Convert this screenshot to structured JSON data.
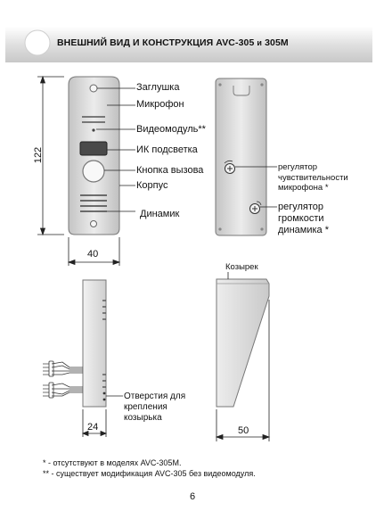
{
  "header": {
    "title": "ВНЕШНИЙ ВИД И КОНСТРУКЦИЯ AVC-305",
    "title_conj": "и",
    "title_end": "305M"
  },
  "front_view": {
    "labels": {
      "plug": "Заглушка",
      "mic": "Микрофон",
      "video": "Видеомодуль**",
      "ir": "ИК подсветка",
      "call": "Кнопка вызова",
      "body": "Корпус",
      "speaker": "Динамик"
    },
    "height_dim": "122",
    "width_dim": "40"
  },
  "back_view": {
    "mic_reg": [
      "регулятор",
      "чувствительности",
      "микрофона *"
    ],
    "spk_reg": [
      "регулятор",
      "громкости",
      "динамика *"
    ]
  },
  "side_view": {
    "holes": [
      "Отверстия для",
      "крепления",
      "козырька"
    ],
    "width_dim": "24"
  },
  "visor_view": {
    "title": "Козырек",
    "width_dim": "50"
  },
  "footnotes": {
    "star1": "* - отсутствуют в моделях AVC-305M.",
    "star2": "** - существует модификация AVC-305 без видеомодуля."
  },
  "page_number": "6",
  "colors": {
    "header_band": "#d8d8d8",
    "body_fill": "#dcdcdc",
    "ink": "#111111"
  }
}
